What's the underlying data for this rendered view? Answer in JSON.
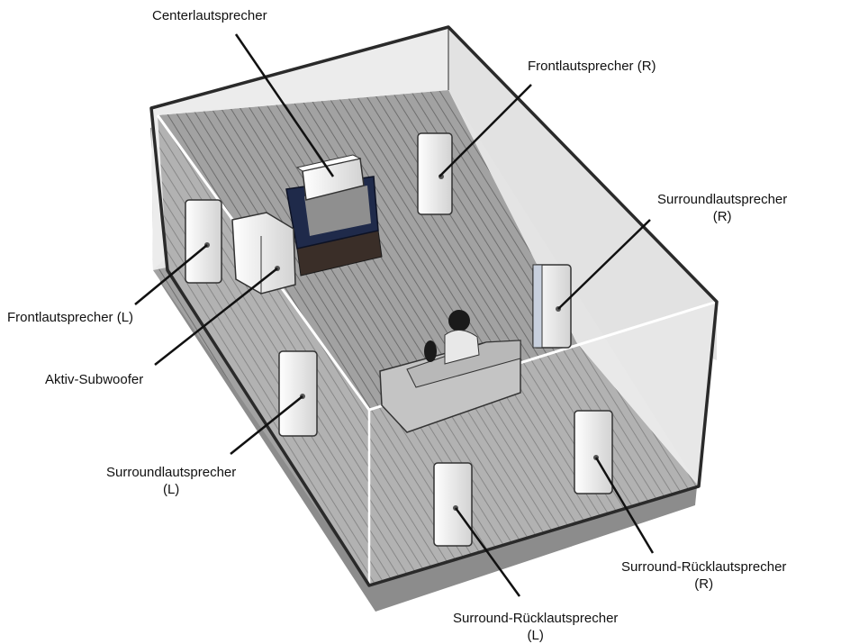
{
  "labels": {
    "center": "Centerlautsprecher",
    "front_r": "Frontlautsprecher (R)",
    "surround_r_line1": "Surroundlautsprecher",
    "surround_r_line2": "(R)",
    "front_l": "Frontlautsprecher (L)",
    "subwoofer": "Aktiv-Subwoofer",
    "surround_l_line1": "Surroundlautsprecher",
    "surround_l_line2": "(L)",
    "back_r_line1": "Surround-Rücklautsprecher",
    "back_r_line2": "(R)",
    "back_l_line1": "Surround-Rücklautsprecher",
    "back_l_line2": "(L)"
  },
  "colors": {
    "floor": "#9a9a9a",
    "floor_stripe": "#7a7a7a",
    "wall": "#e6e6e6",
    "edge": "#2a2a2a",
    "shadow": "#8c8c8c",
    "speaker": "#f4f4f4",
    "tv_frame": "#1f2a4a",
    "tv_screen": "#8f8f8f",
    "tv_stand": "#3a2e28",
    "sofa": "#c4c4c4"
  }
}
